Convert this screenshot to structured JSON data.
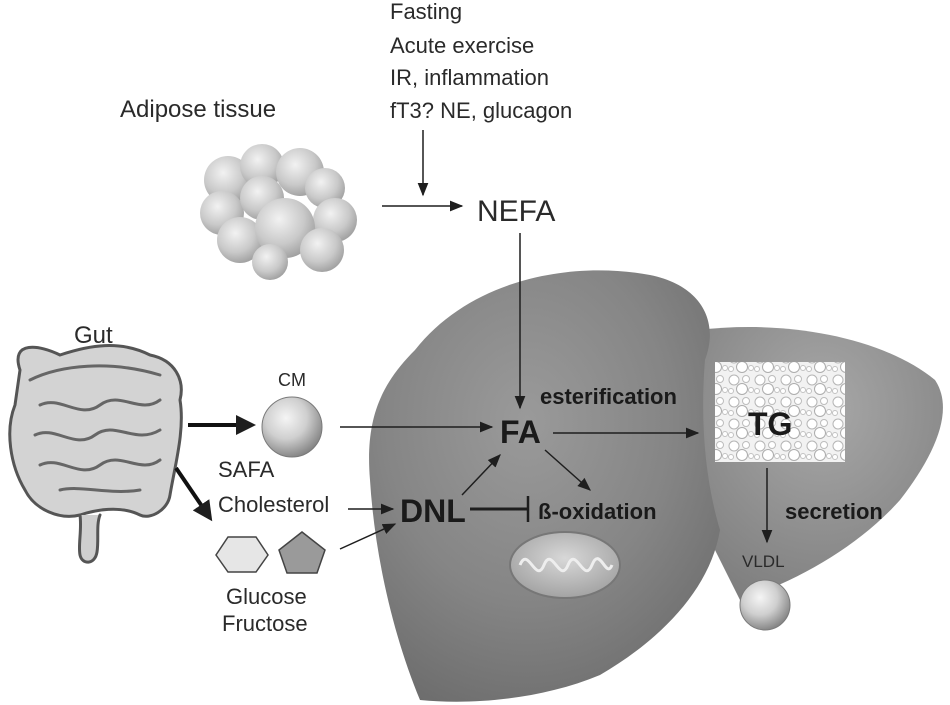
{
  "regulators": [
    "Fasting",
    "Acute exercise",
    "IR, inflammation",
    "fT3? NE, glucagon"
  ],
  "adipose_label": "Adipose tissue",
  "nefa": "NEFA",
  "gut_label": "Gut",
  "cm_label": "CM",
  "fa_label": "FA",
  "esterification": "esterification",
  "tg_label": "TG",
  "dnl_label": "DNL",
  "beta_oxidation": "ß-oxidation",
  "secretion": "secretion",
  "vldl_label": "VLDL",
  "safa": "SAFA",
  "cholesterol": "Cholesterol",
  "glucose": "Glucose",
  "fructose": "Fructose"
}
